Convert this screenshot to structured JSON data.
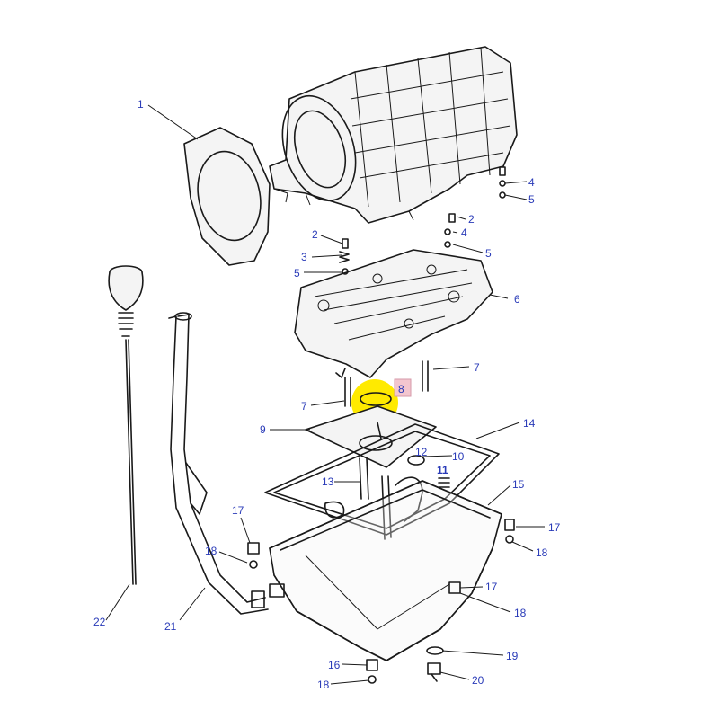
{
  "highlight": {
    "color": "#ffea00",
    "box_color": "#f3c6cf"
  },
  "colors": {
    "label": "#2a3bb8",
    "line": "#1a1a1a"
  },
  "callouts": {
    "c1": "1",
    "c2a": "2",
    "c2b": "2",
    "c3": "3",
    "c4a": "4",
    "c4b": "4",
    "c5a": "5",
    "c5b": "5",
    "c5c": "5",
    "c6": "6",
    "c7a": "7",
    "c7b": "7",
    "c8": "8",
    "c9": "9",
    "c10": "10",
    "c11": "11",
    "c12": "12",
    "c13": "13",
    "c14": "14",
    "c15": "15",
    "c16": "16",
    "c17a": "17",
    "c17b": "17",
    "c17c": "17",
    "c18a": "18",
    "c18b": "18",
    "c18c": "18",
    "c18d": "18",
    "c19": "19",
    "c20": "20",
    "c21": "21",
    "c22": "22"
  }
}
